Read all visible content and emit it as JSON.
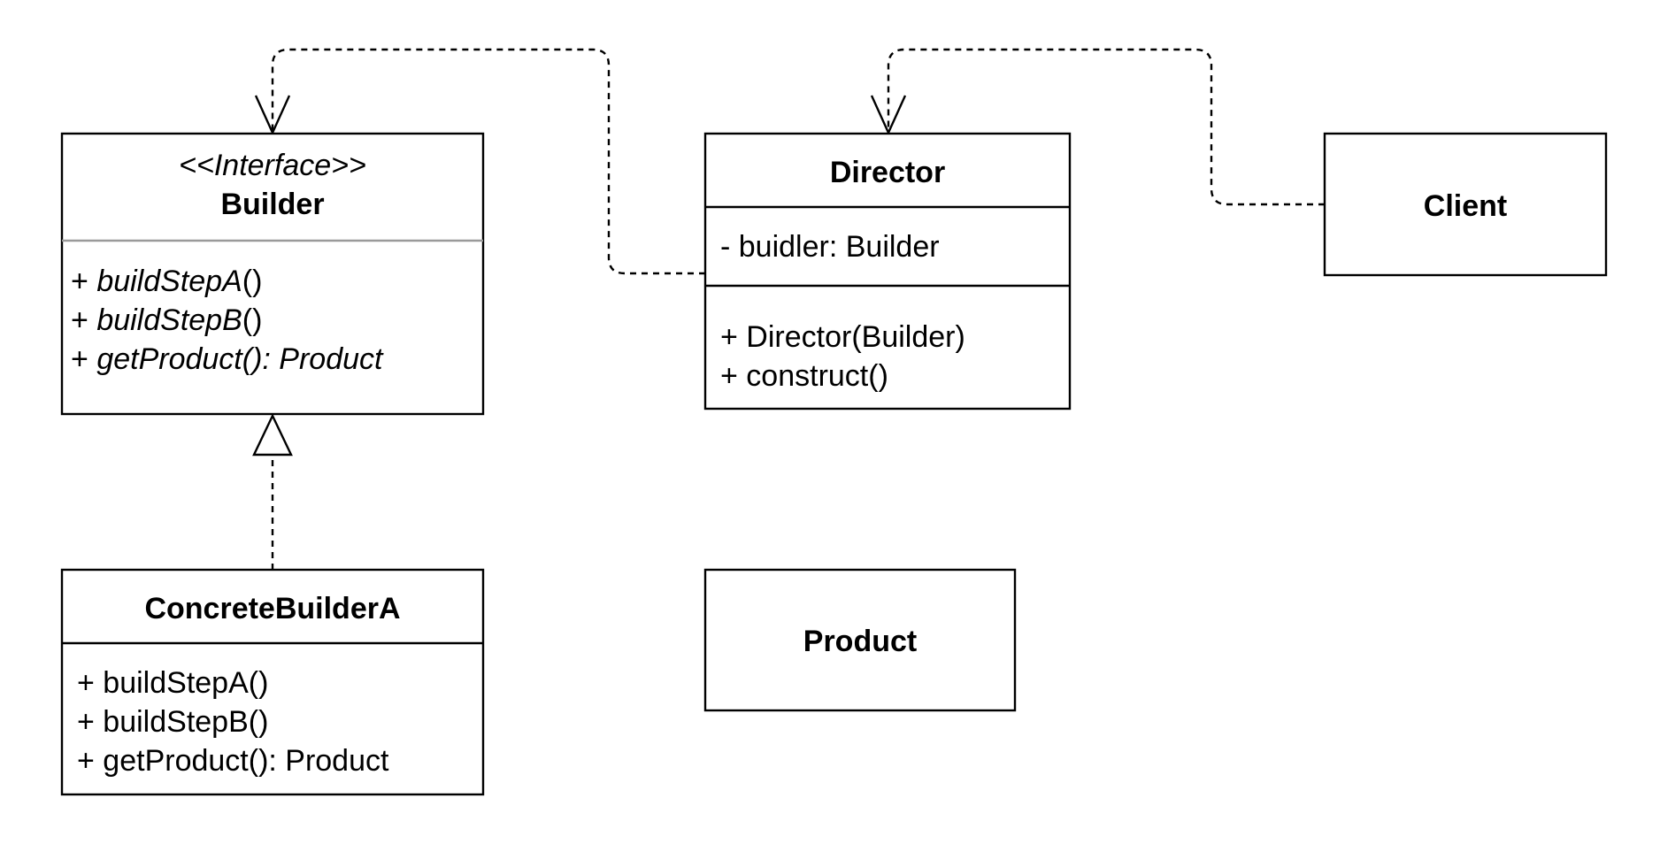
{
  "classes": {
    "builder": {
      "stereotype": "<<Interface>>",
      "name": "Builder",
      "methods": [
        {
          "visibility": "+ ",
          "name": "buildStepA",
          "suffix": "()"
        },
        {
          "visibility": "+ ",
          "name": "buildStepB",
          "suffix": "()"
        },
        {
          "visibility": "+ ",
          "name": "getProduct(): Product",
          "suffix": ""
        }
      ]
    },
    "concrete_builder_a": {
      "name": "ConcreteBuilderA",
      "methods": [
        "+ buildStepA()",
        "+ buildStepB()",
        "+ getProduct(): Product"
      ]
    },
    "director": {
      "name": "Director",
      "fields": [
        "- buidler: Builder"
      ],
      "methods": [
        "+ Director(Builder)",
        "+ construct()"
      ]
    },
    "client": {
      "name": "Client"
    },
    "product": {
      "name": "Product"
    }
  },
  "relationships": [
    {
      "from": "Director",
      "to": "Builder",
      "kind": "dependency",
      "line": "dashed",
      "arrowhead": "open"
    },
    {
      "from": "Client",
      "to": "Director",
      "kind": "dependency",
      "line": "dashed",
      "arrowhead": "open"
    },
    {
      "from": "ConcreteBuilderA",
      "to": "Builder",
      "kind": "realization",
      "line": "dashed",
      "arrowhead": "hollow-triangle"
    }
  ]
}
